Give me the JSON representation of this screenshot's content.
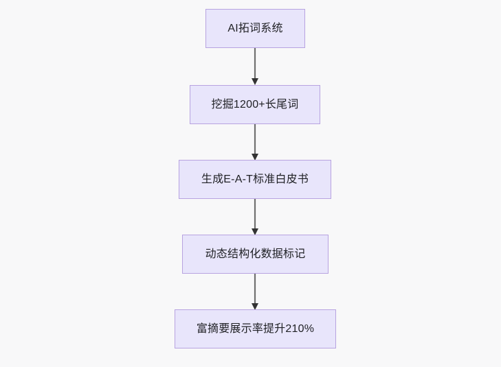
{
  "diagram": {
    "type": "flowchart",
    "direction": "top-to-bottom",
    "background_color": "#f8f8f9",
    "node_fill_color": "#e8e5fb",
    "node_border_color": "#b7a2e0",
    "node_text_color": "#1f2024",
    "connector_color": "#707070",
    "nodes": [
      {
        "id": "node-1",
        "label": "AI拓词系统"
      },
      {
        "id": "node-2",
        "label": "挖掘1200+长尾词"
      },
      {
        "id": "node-3",
        "label": "生成E-A-T标准白皮书"
      },
      {
        "id": "node-4",
        "label": "动态结构化数据标记"
      },
      {
        "id": "node-5",
        "label": "富摘要展示率提升210%"
      }
    ],
    "edges": [
      {
        "id": "edge-1",
        "from": "node-1",
        "to": "node-2",
        "label": ""
      },
      {
        "id": "edge-2",
        "from": "node-2",
        "to": "node-3",
        "label": ""
      },
      {
        "id": "edge-3",
        "from": "node-3",
        "to": "node-4",
        "label": ""
      },
      {
        "id": "edge-4",
        "from": "node-4",
        "to": "node-5",
        "label": ""
      }
    ]
  }
}
